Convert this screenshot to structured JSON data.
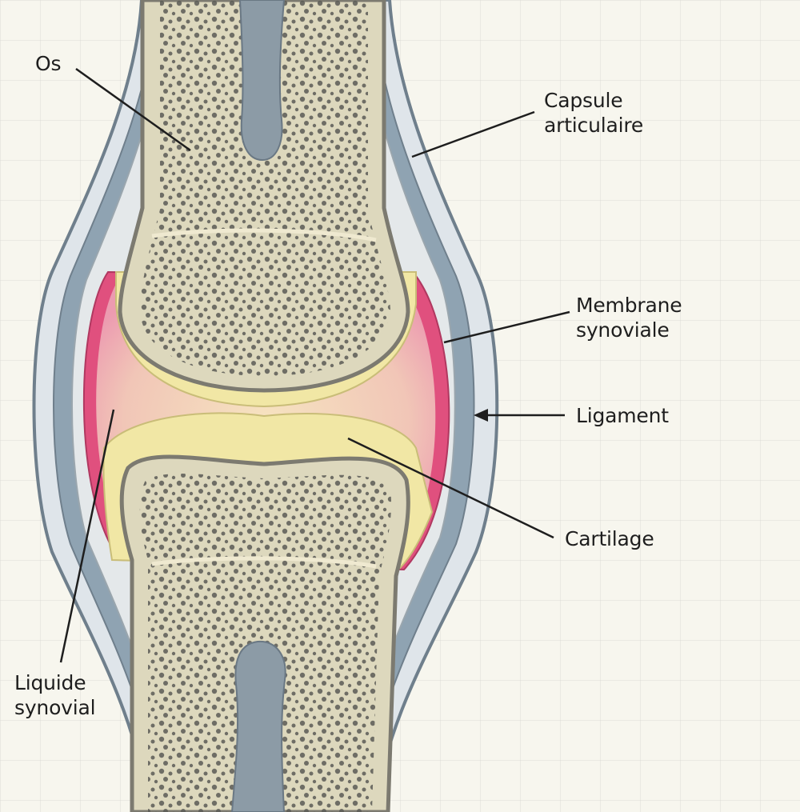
{
  "labels": {
    "os": "Os",
    "capsule": [
      "Capsule",
      "articulaire"
    ],
    "membrane": [
      "Membrane",
      "synoviale"
    ],
    "ligament": "Ligament",
    "cartilage": "Cartilage",
    "liquide": [
      "Liquide",
      "synovial"
    ]
  },
  "colors": {
    "background": "#f7f6ee",
    "grid": "#dcdcd6",
    "capsule": "#dfe5ea",
    "ligament": "#8fa3b2",
    "membrane": "#e0507e",
    "synovial_fluid": "#f1c6b7",
    "cartilage": "#f1e7a5",
    "bone": "#ddd8bd",
    "pores": "#5a5a55",
    "marrow": "#8c9ba6",
    "leader_lines": "#1e1e1e"
  }
}
